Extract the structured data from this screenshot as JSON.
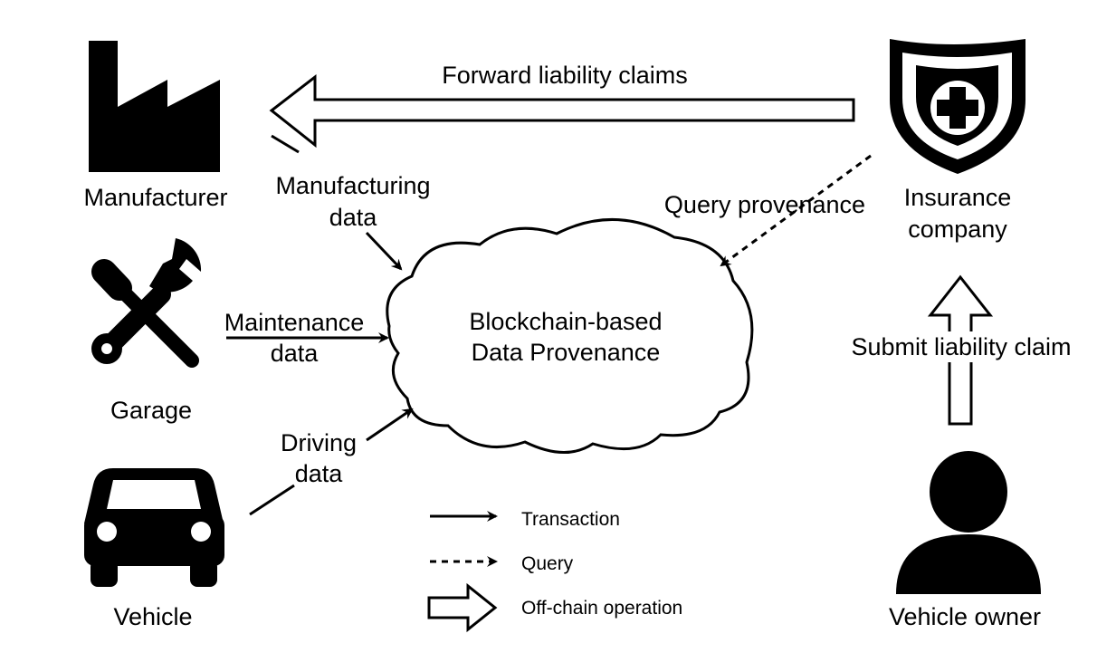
{
  "nodes": {
    "manufacturer": "Manufacturer",
    "garage": "Garage",
    "vehicle": "Vehicle",
    "insurance_line1": "Insurance",
    "insurance_line2": "company",
    "vehicle_owner": "Vehicle owner",
    "cloud_line1": "Blockchain-based",
    "cloud_line2": "Data Provenance"
  },
  "edges": {
    "forward_claims": "Forward liability claims",
    "manufacturing_line1": "Manufacturing",
    "manufacturing_line2": "data",
    "maintenance_line1": "Maintenance",
    "maintenance_line2": "data",
    "driving_line1": "Driving",
    "driving_line2": "data",
    "query_provenance": "Query provenance",
    "submit_claim": "Submit liability claim"
  },
  "legend": {
    "transaction": "Transaction",
    "query": "Query",
    "offchain": "Off-chain operation"
  },
  "icons": {
    "manufacturer": "factory-icon",
    "garage": "tools-icon",
    "vehicle": "car-icon",
    "insurance": "shield-plus-icon",
    "owner": "person-icon"
  },
  "colors": {
    "ink": "#000000",
    "background": "#ffffff"
  }
}
